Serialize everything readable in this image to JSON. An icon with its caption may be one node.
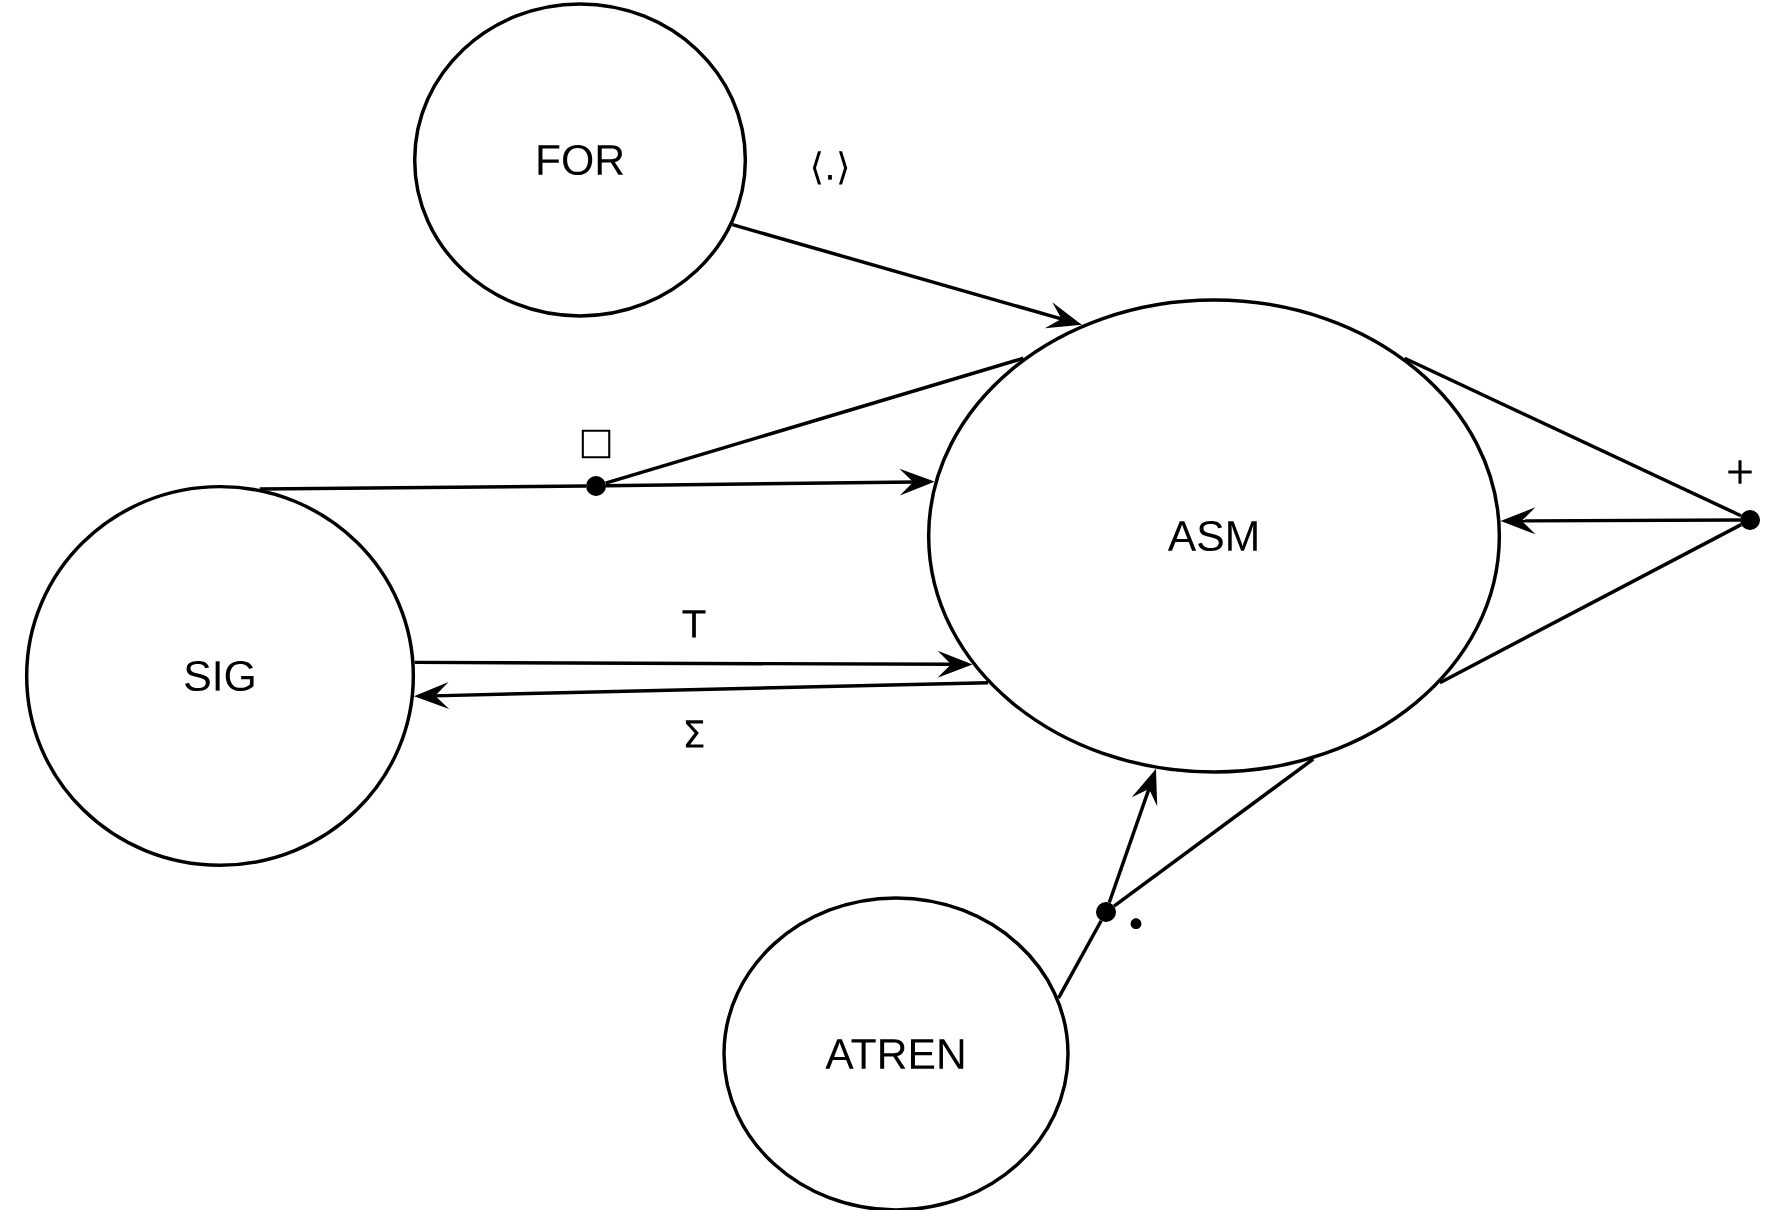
{
  "diagram": {
    "nodes": [
      {
        "text": [
          "FOR"
        ]
      },
      {
        "text": [
          "ASM"
        ]
      },
      {
        "text": [
          "SIG"
        ]
      },
      {
        "text": [
          "ATREN"
        ]
      },
      {
        "text": [],
        "shape": "circle",
        "beside": [
          "□"
        ]
      },
      {
        "text": [],
        "shape": "circle",
        "beside": [
          "+"
        ]
      },
      {
        "text": [],
        "shape": "circle",
        "beside": [
          "•"
        ]
      }
    ],
    "edges": [
      {
        "from": 0,
        "to": 1,
        "arrow": "to",
        "label": "⟨.⟩"
      },
      {
        "from": 2,
        "to": 4,
        "arrow": "none"
      },
      {
        "from": 1,
        "to": 4,
        "arrow": "none"
      },
      {
        "from": 4,
        "to": 1,
        "arrow": "to"
      },
      {
        "from": 2,
        "to": 1,
        "arrow": "to",
        "label": "T"
      },
      {
        "from": 1,
        "to": 2,
        "arrow": "to",
        "label": "Σ"
      },
      {
        "from": 1,
        "to": 5,
        "arrow": "none"
      },
      {
        "from": 1,
        "to": 5,
        "arrow": "none"
      },
      {
        "from": 5,
        "to": 1,
        "arrow": "to"
      },
      {
        "from": 3,
        "to": 6,
        "arrow": "none"
      },
      {
        "from": 1,
        "to": 6,
        "arrow": "none"
      },
      {
        "from": 6,
        "to": 1,
        "arrow": "to"
      }
    ]
  }
}
